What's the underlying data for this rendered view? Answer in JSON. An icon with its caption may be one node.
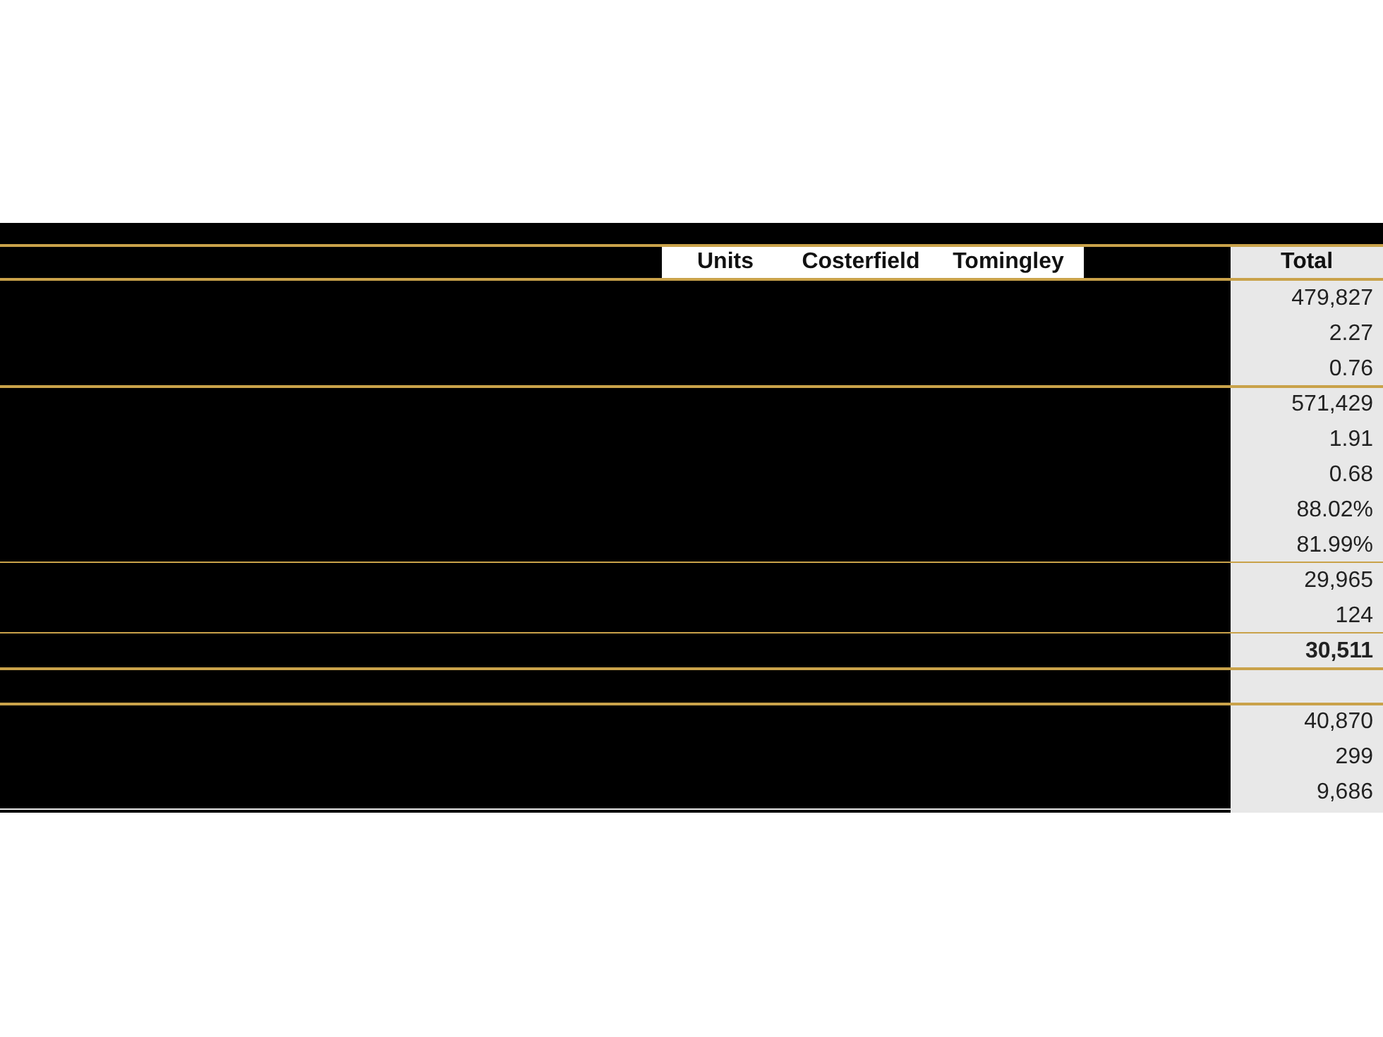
{
  "diagram": {
    "labels": [
      "Units",
      "Costerfield",
      "Tomingley",
      "Total",
      "479,827",
      "2.27",
      "0.76",
      "571,429",
      "1.91",
      "0.68",
      "88.02%",
      "81.99%",
      "29,965",
      "124",
      "30,511",
      "40,870",
      "299",
      "9,686"
    ]
  }
}
